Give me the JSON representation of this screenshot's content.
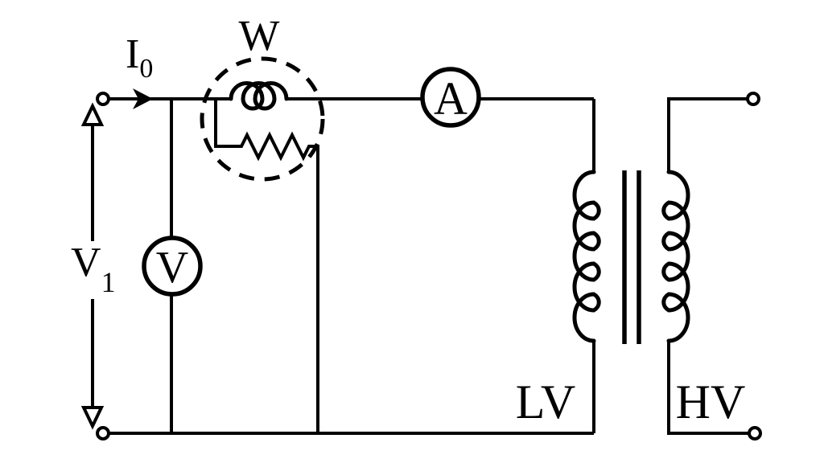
{
  "diagram": {
    "labels": {
      "source_current": {
        "symbol": "I",
        "subscript": "0"
      },
      "source_voltage": {
        "symbol": "V",
        "subscript": "1"
      },
      "wattmeter": "W",
      "ammeter": "A",
      "voltmeter": "V",
      "low_voltage_winding": "LV",
      "high_voltage_winding": "HV"
    },
    "colors": {
      "ink": "#000000",
      "background": "#ffffff"
    }
  }
}
